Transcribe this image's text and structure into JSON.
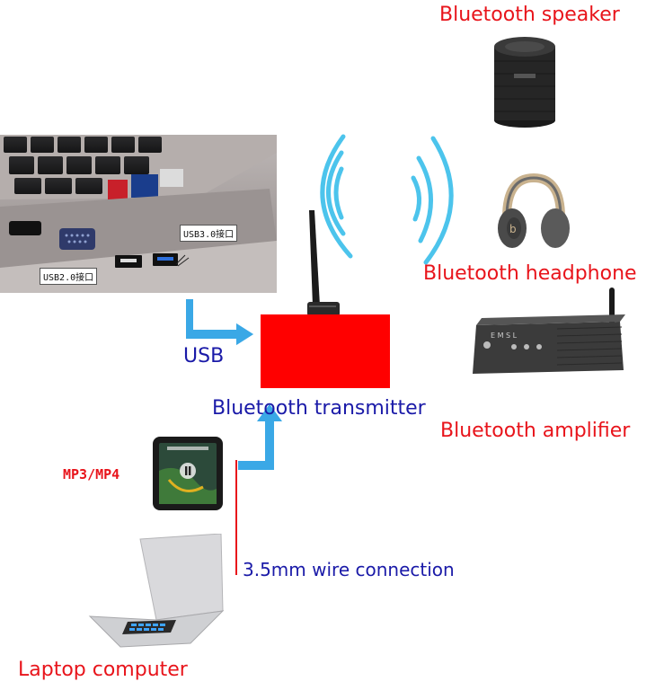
{
  "labels": {
    "bluetooth_speaker": "Bluetooth speaker",
    "bluetooth_headphone": "Bluetooth headphone",
    "bluetooth_amplifier": "Bluetooth amplifier",
    "bluetooth_transmitter": "Bluetooth transmitter",
    "usb": "USB",
    "mp3_mp4": "MP3/MP4",
    "wire_connection": "3.5mm wire connection",
    "laptop_computer": "Laptop computer",
    "usb3_port": "USB3.0接口",
    "usb2_port": "USB2.0接口"
  },
  "colors": {
    "label_red": "#e8141b",
    "label_blue": "#1a1aa8",
    "transmitter_red": "#ff0000",
    "signal_wave": "#4cc4ec",
    "arrow_fill": "#3aa8e6",
    "wire_line": "#e8141b"
  }
}
